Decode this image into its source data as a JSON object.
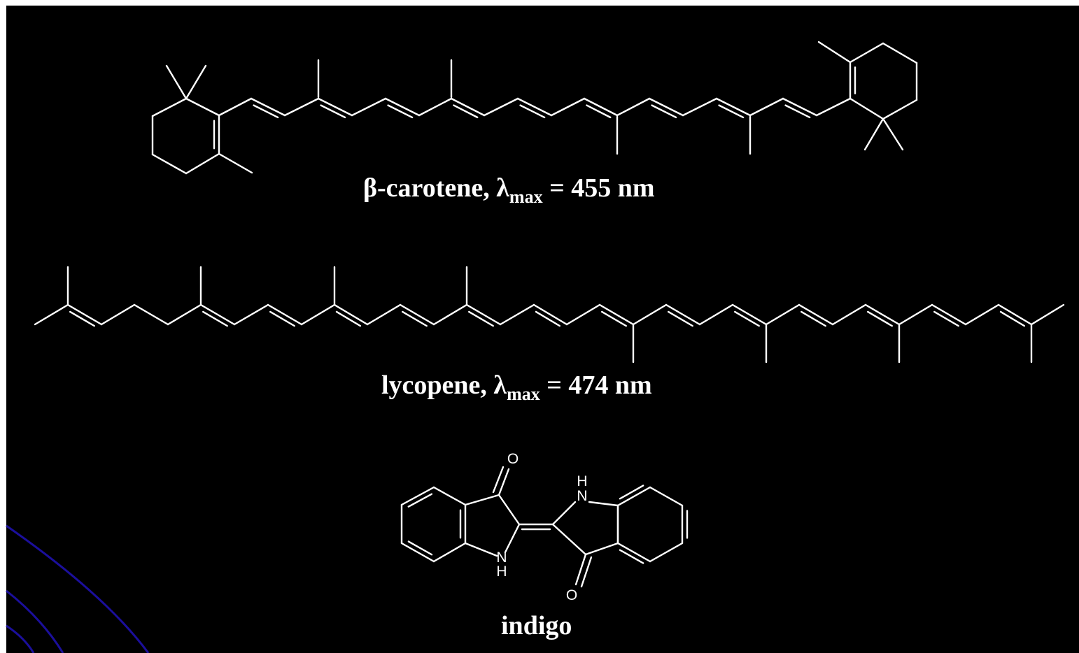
{
  "colors": {
    "background": "#000000",
    "ink": "#ffffff",
    "accent_arc": "#2a1aa8"
  },
  "molecules": {
    "beta_carotene": {
      "name": "β-carotene, λ",
      "subscript": "max",
      "value": " = 455 nm"
    },
    "lycopene": {
      "name": "lycopene, λ",
      "subscript": "max",
      "value": " = 474 nm"
    },
    "indigo": {
      "name": "indigo",
      "atoms": {
        "o_top": "O",
        "o_bottom": "O",
        "n_top": "N",
        "h_top": "H",
        "n_bottom": "N",
        "h_bottom": "H"
      }
    }
  }
}
